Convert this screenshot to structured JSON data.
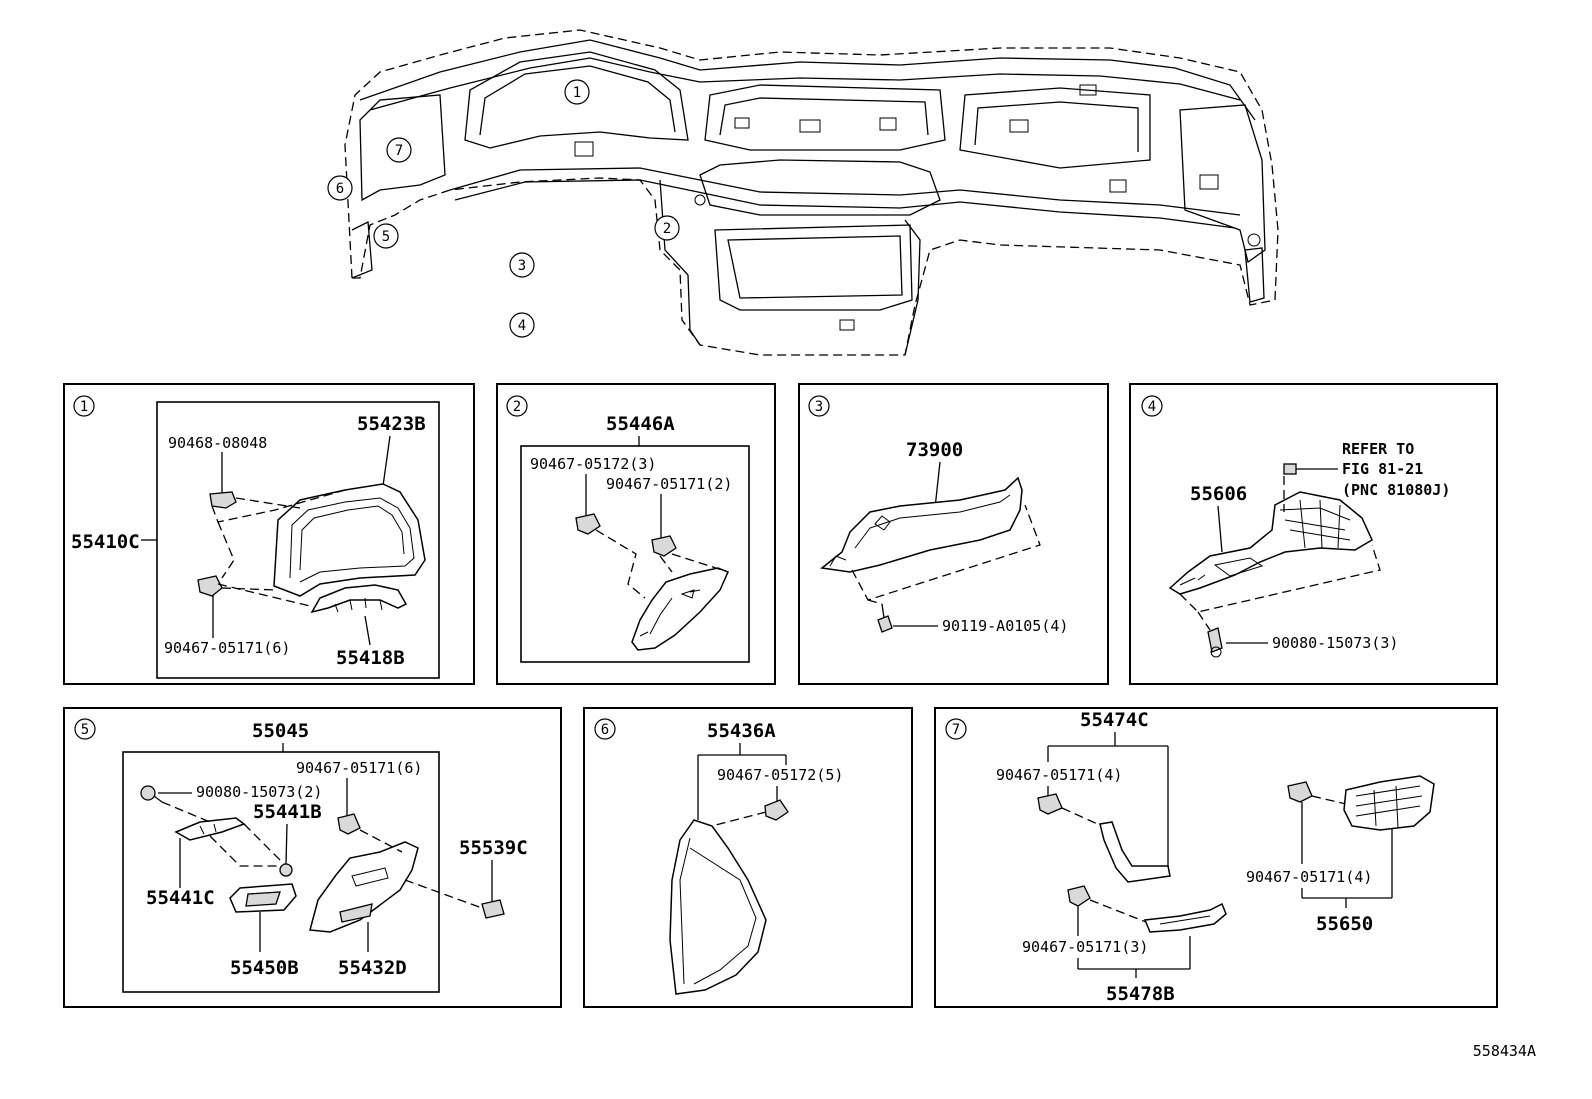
{
  "diagram_id": "558434A",
  "overview_callouts": [
    "1",
    "2",
    "3",
    "4",
    "5",
    "6",
    "7"
  ],
  "panels": [
    {
      "id": "1",
      "labels": {
        "assembly": "55410C",
        "clip_top": "90468-08048",
        "clip_bottom": "90467-05171(6)",
        "bezel": "55423B",
        "lower": "55418B"
      }
    },
    {
      "id": "2",
      "labels": {
        "assembly": "55446A",
        "clip_a": "90467-05172(3)",
        "clip_b": "90467-05171(2)"
      }
    },
    {
      "id": "3",
      "labels": {
        "assembly": "73900",
        "bolt": "90119-A0105(4)"
      }
    },
    {
      "id": "4",
      "labels": {
        "assembly": "55606",
        "ref_line1": "REFER TO",
        "ref_line2": "FIG 81-21",
        "ref_line3": "(PNC 81080J)",
        "screw": "90080-15073(3)"
      }
    },
    {
      "id": "5",
      "labels": {
        "assembly": "55045",
        "screw": "90080-15073(2)",
        "clip": "90467-05171(6)",
        "p_55441B": "55441B",
        "p_55441C": "55441C",
        "p_55450B": "55450B",
        "p_55432D": "55432D",
        "p_55539C": "55539C"
      }
    },
    {
      "id": "6",
      "labels": {
        "assembly": "55436A",
        "clip": "90467-05172(5)"
      }
    },
    {
      "id": "7",
      "labels": {
        "p_55474C": "55474C",
        "clip_a": "90467-05171(4)",
        "clip_b": "90467-05171(3)",
        "p_55478B": "55478B",
        "clip_c": "90467-05171(4)",
        "p_55650": "55650"
      }
    }
  ]
}
